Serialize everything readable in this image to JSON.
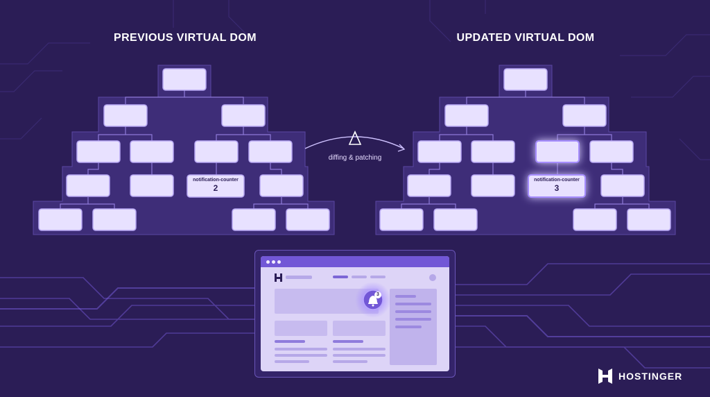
{
  "titles": {
    "previous": "PREVIOUS VIRTUAL DOM",
    "updated": "UPDATED VIRTUAL DOM"
  },
  "previous_tree": {
    "highlight_node": {
      "name": "notification-counter",
      "value": "2"
    }
  },
  "updated_tree": {
    "highlight_node": {
      "name": "notification-counter",
      "value": "3"
    }
  },
  "center": {
    "symbol": "Δ",
    "label": "diffing & patching"
  },
  "browser": {
    "logo_mark": "H",
    "notification_count": "3"
  },
  "brand": {
    "name": "HOSTINGER"
  },
  "colors": {
    "background": "#2b1d56",
    "tree_plate": "#3e2d78",
    "node_fill": "#e8e1ff",
    "node_highlight": "#a58cff",
    "accent": "#7257d6"
  },
  "icons": {
    "delta": "delta-icon",
    "bell": "bell-icon",
    "brand_logo": "hostinger-logo-icon"
  }
}
